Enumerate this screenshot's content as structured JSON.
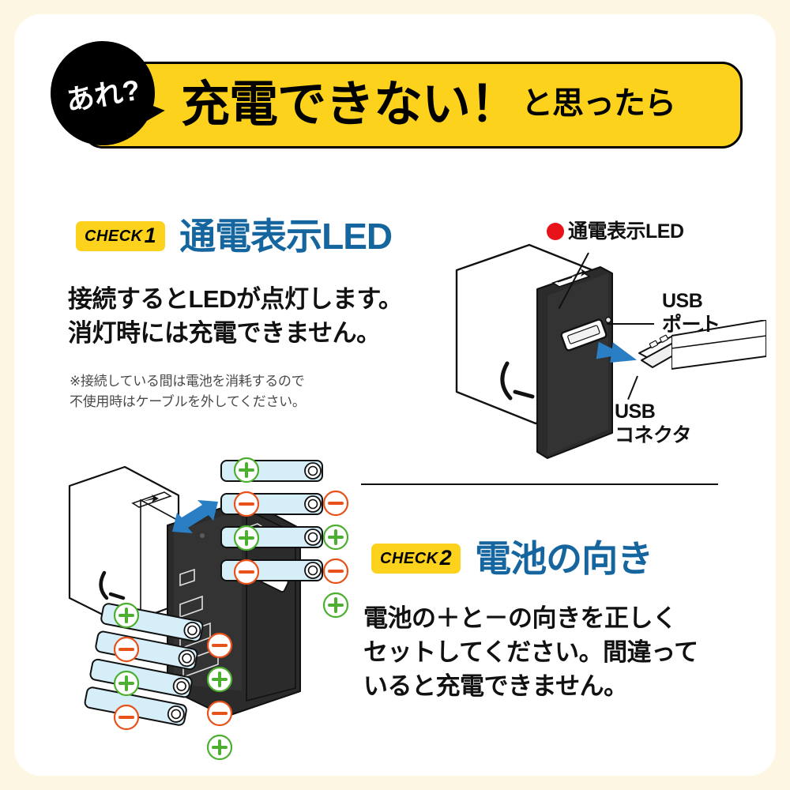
{
  "page": {
    "background_color": "#fdf6e3",
    "card_color": "#ffffff"
  },
  "header": {
    "bubble_text": "あれ?",
    "title_main": "充電できない！",
    "title_sub": "と思ったら",
    "banner_color": "#fcd21c",
    "banner_border_color": "#000000"
  },
  "sections": [
    {
      "badge_label": "CHECK",
      "badge_number": "1",
      "title": "通電表示LED",
      "title_color": "#15659f",
      "body_lines": [
        "接続するとLEDが点灯します。",
        "消灯時には充電できません。"
      ],
      "note_lines": [
        "※接続している間は電池を消耗するので",
        "不使用時はケーブルを外してください。"
      ]
    },
    {
      "badge_label": "CHECK",
      "badge_number": "2",
      "title": "電池の向き",
      "title_color": "#15659f",
      "body_lines": [
        "電池の＋と－の向きを正しく",
        "セットしてください。間違って",
        "いると充電できません。"
      ],
      "note_lines": []
    }
  ],
  "illustration_labels": {
    "led": "通電表示LED",
    "led_dot_color": "#e8121a",
    "usb_port": "USB\nポート",
    "usb_port_line1": "USB",
    "usb_port_line2": "ポート",
    "usb_connector_line1": "USB",
    "usb_connector_line2": "コネクタ"
  },
  "battery_polarity": {
    "top_group_left": [
      "+",
      "-",
      "+",
      "-"
    ],
    "top_group_right": [
      "-",
      "+",
      "-",
      "+"
    ],
    "bottom_group_left": [
      "+",
      "-",
      "+",
      "-"
    ],
    "bottom_group_right": [
      "-",
      "+",
      "-",
      "+"
    ],
    "plus_color": "#4caf2f",
    "minus_color": "#e8521a",
    "battery_body_color": "#d6eef8"
  },
  "accents": {
    "arrow_blue": "#2a7fc4",
    "device_dark": "#2b2b2b",
    "device_light": "#ffffff"
  }
}
